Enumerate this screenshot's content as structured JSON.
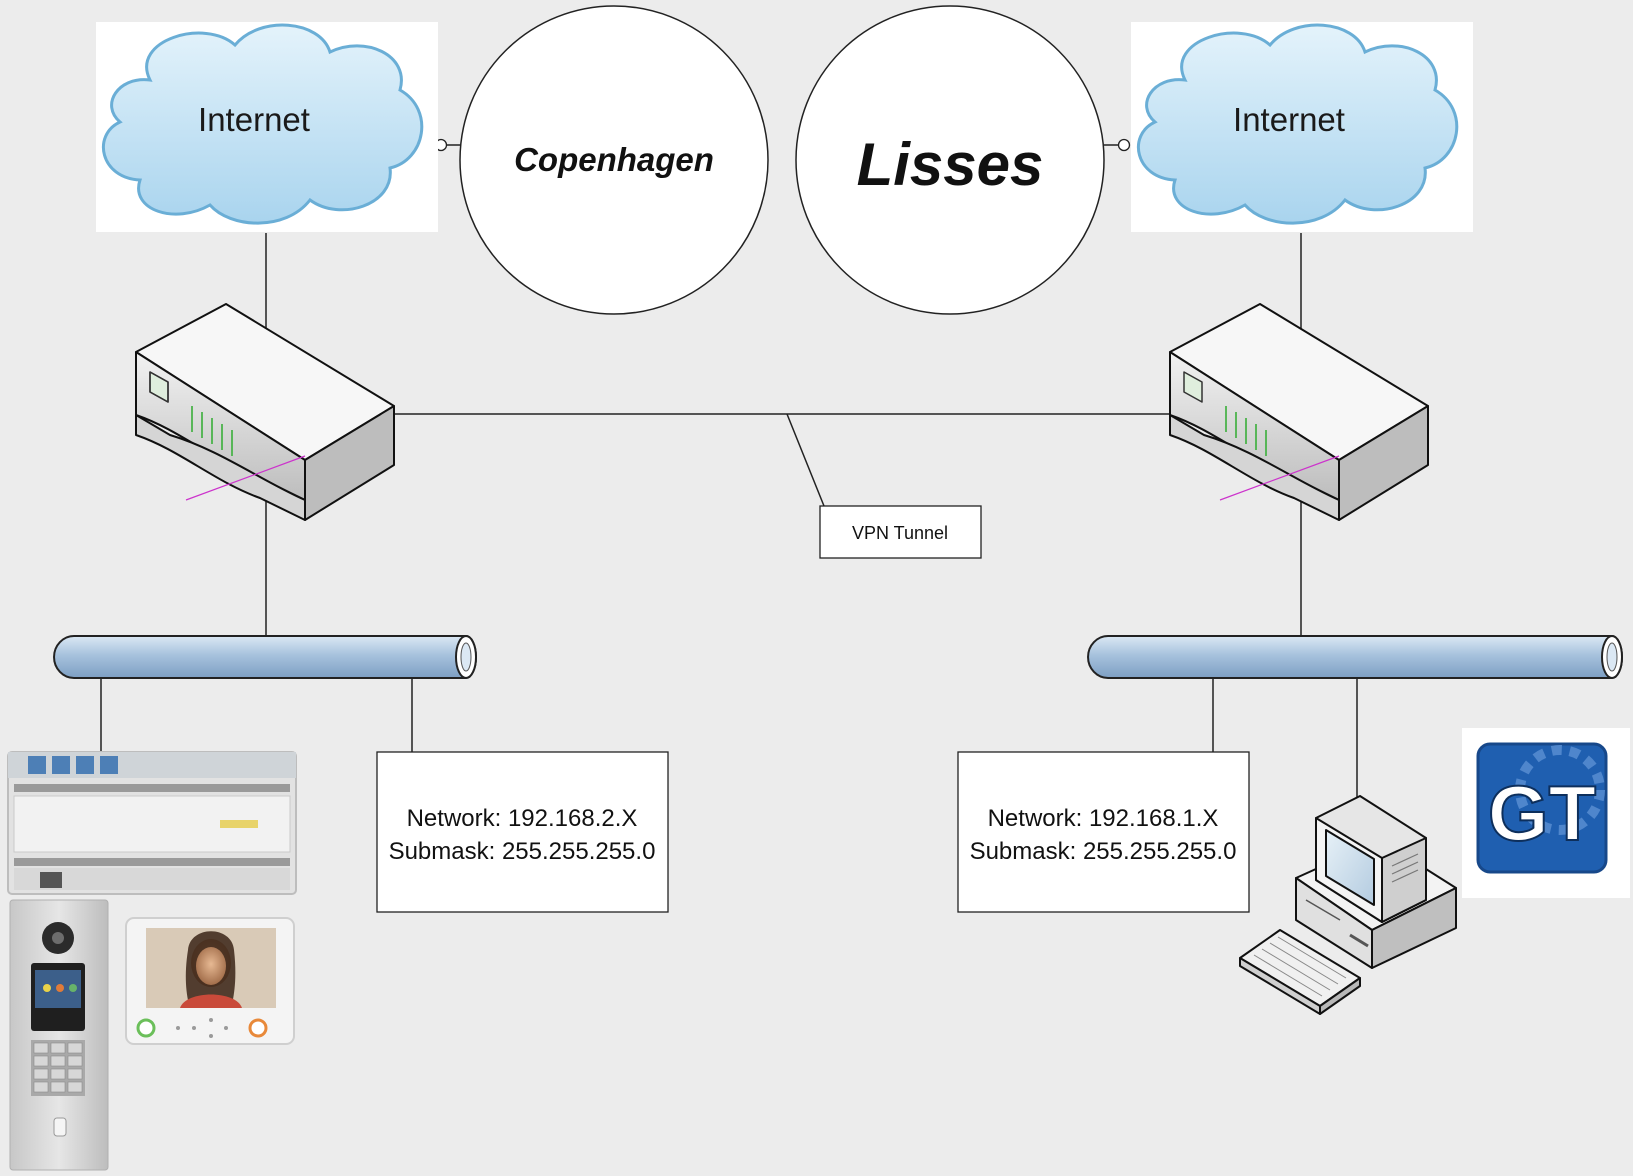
{
  "left_site": {
    "cloud_label": "Internet",
    "site_name": "Copenhagen",
    "network_line": "Network: 192.168.2.X",
    "submask_line": "Submask: 255.255.255.0"
  },
  "right_site": {
    "cloud_label": "Internet",
    "site_name": "Lisses",
    "network_line": "Network: 192.168.1.X",
    "submask_line": "Submask: 255.255.255.0"
  },
  "vpn_label": "VPN Tunnel",
  "logo_text": "GT",
  "colors": {
    "background": "#ececec",
    "cloud_fill": "#bfe0f2",
    "cloud_stroke": "#6aaed6",
    "pipe_fill": "#a7c2dd",
    "pipe_stroke": "#222222",
    "logo_blue": "#1f5fb0",
    "led_green": "#4bb34b",
    "cable_magenta": "#cc33cc"
  },
  "icons": {
    "cloud": "cloud-icon",
    "router": "router-icon",
    "bus": "network-bus-icon",
    "controller": "din-rail-controller-icon",
    "door_station": "door-entry-panel-icon",
    "monitor": "video-intercom-monitor-icon",
    "workstation": "desktop-computer-icon",
    "logo": "gt-software-logo-icon"
  }
}
